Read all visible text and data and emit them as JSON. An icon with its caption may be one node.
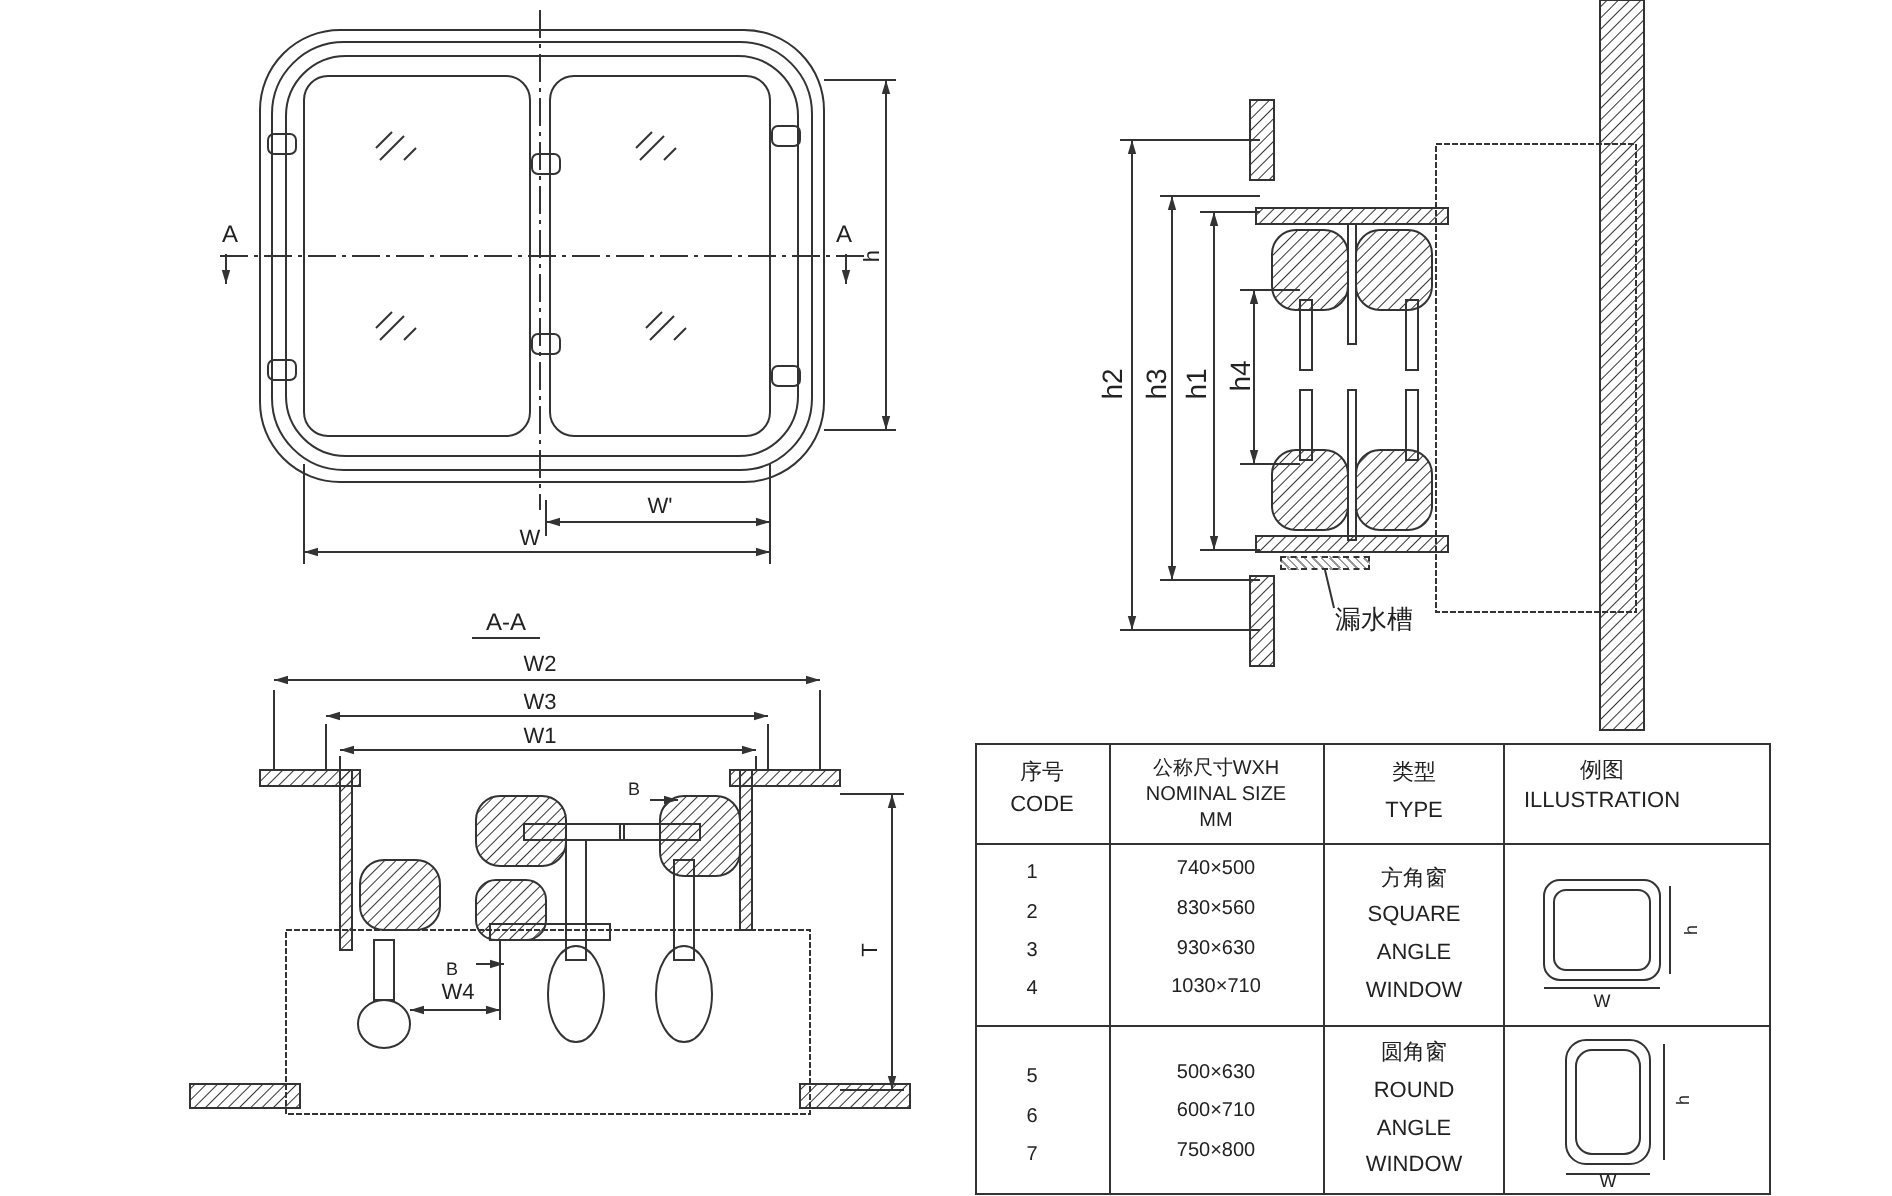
{
  "diagram": {
    "nodes": [
      {
        "text": [
          "漏水槽"
        ]
      },
      {
        "text": [],
        "shape": "bar"
      }
    ],
    "edges": [
      {
        "from": 0,
        "to": 1,
        "arrow": "none"
      }
    ],
    "labels": [
      "A",
      "A",
      "h",
      "W'",
      "W",
      "h2",
      "h3",
      "h1",
      "h4",
      "A-A",
      "W2",
      "W3",
      "W1",
      "B",
      "B",
      "W4",
      "T",
      "序号",
      "CODE",
      "公称尺寸WXH",
      "NOMINAL SIZE",
      "MM",
      "类型",
      "TYPE",
      "例图",
      "ILLUSTRATION",
      "1",
      "740×500",
      "方角窗",
      "2",
      "830×560",
      "SQUARE",
      "h",
      "3",
      "930×630",
      "ANGLE",
      "4",
      "1030×710",
      "WINDOW",
      "W",
      "圆角窗",
      "5",
      "500×630",
      "ROUND",
      "h",
      "6",
      "600×710",
      "ANGLE",
      "7",
      "750×800",
      "WINDOW",
      "W"
    ]
  }
}
